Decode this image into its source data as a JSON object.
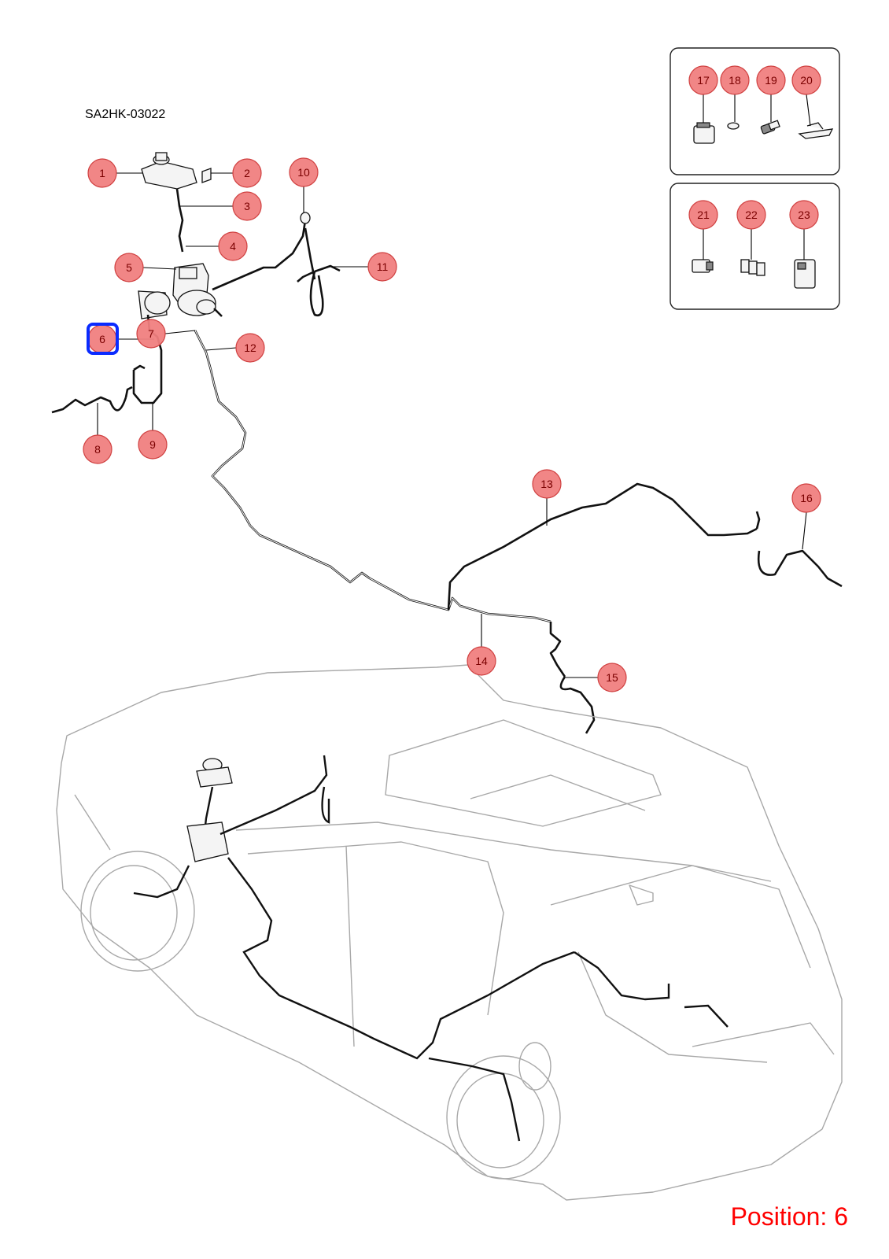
{
  "drawing_id": "SA2HK-03022",
  "position_label": "Position: 6",
  "selected_position": "6",
  "colors": {
    "callout_fill": "#f08080",
    "callout_text": "#7a0000",
    "highlight": "#0a2bff",
    "position_text": "#ff0000"
  },
  "callouts": [
    "1",
    "2",
    "3",
    "4",
    "5",
    "6",
    "7",
    "8",
    "9",
    "10",
    "11",
    "12",
    "13",
    "14",
    "15",
    "16",
    "17",
    "18",
    "19",
    "20",
    "21",
    "22",
    "23"
  ]
}
